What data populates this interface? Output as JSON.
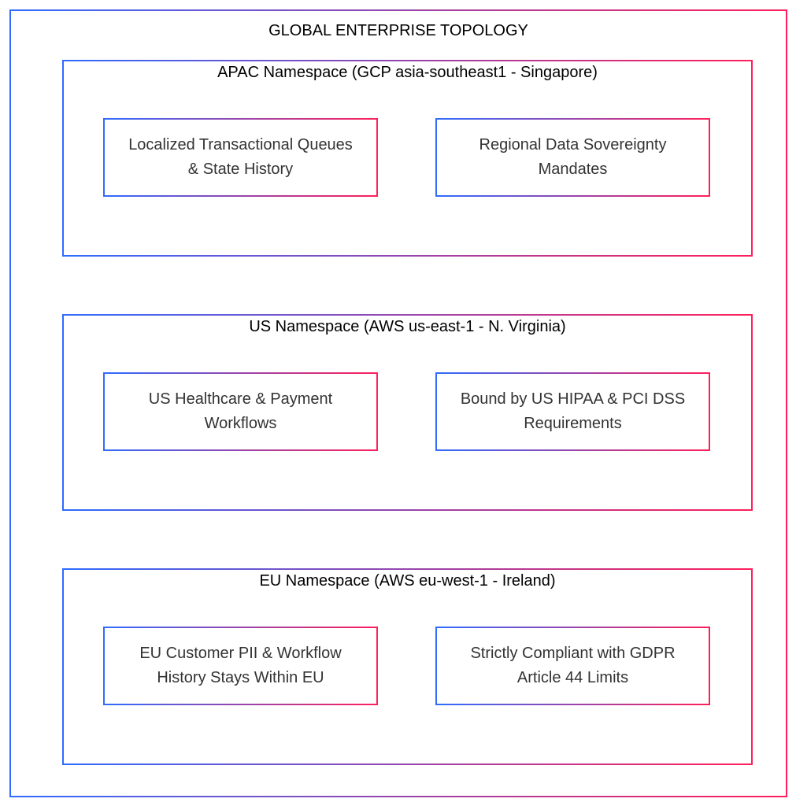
{
  "diagram": {
    "title": "GLOBAL ENTERPRISE TOPOLOGY",
    "namespaces": [
      {
        "title": "APAC Namespace (GCP asia-southeast1 - Singapore)",
        "nodes": [
          "Localized Transactional Queues & State History",
          "Regional Data Sovereignty Mandates"
        ]
      },
      {
        "title": "US Namespace (AWS us-east-1 - N. Virginia)",
        "nodes": [
          "US Healthcare & Payment Workflows",
          "Bound by US HIPAA & PCI DSS Requirements"
        ]
      },
      {
        "title": "EU Namespace (AWS eu-west-1 - Ireland)",
        "nodes": [
          "EU Customer PII & Workflow History Stays Within EU",
          "Strictly Compliant with GDPR Article 44 Limits"
        ]
      }
    ],
    "colors": {
      "border_gradient_start": "#2f6bff",
      "border_gradient_end": "#ff1f5a",
      "node_text": "#333333",
      "title_text": "#000000"
    }
  }
}
